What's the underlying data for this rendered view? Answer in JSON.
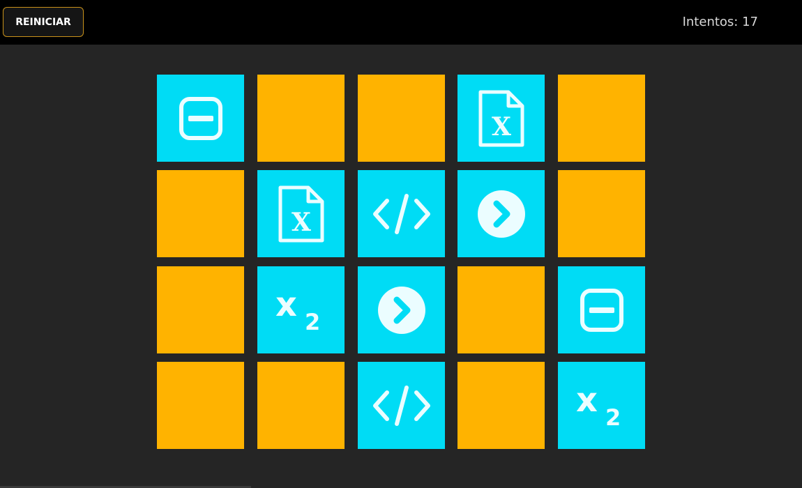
{
  "header": {
    "restart_label": "REINICIAR",
    "attempts_label": "Intentos: 17"
  },
  "colors": {
    "hidden_card": "#ffb300",
    "revealed_card": "#00dcf5",
    "icon": "#ebfdff",
    "background": "#252525",
    "topbar": "#000000"
  },
  "grid": {
    "rows": 4,
    "cols": 5,
    "cards": [
      {
        "state": "revealed",
        "icon": "minus-square-icon"
      },
      {
        "state": "hidden",
        "icon": ""
      },
      {
        "state": "hidden",
        "icon": ""
      },
      {
        "state": "revealed",
        "icon": "excel-file-icon"
      },
      {
        "state": "hidden",
        "icon": ""
      },
      {
        "state": "hidden",
        "icon": ""
      },
      {
        "state": "revealed",
        "icon": "excel-file-icon"
      },
      {
        "state": "revealed",
        "icon": "code-icon"
      },
      {
        "state": "revealed",
        "icon": "chevron-circle-right-icon"
      },
      {
        "state": "hidden",
        "icon": ""
      },
      {
        "state": "hidden",
        "icon": ""
      },
      {
        "state": "revealed",
        "icon": "subscript-icon"
      },
      {
        "state": "revealed",
        "icon": "chevron-circle-right-icon"
      },
      {
        "state": "hidden",
        "icon": ""
      },
      {
        "state": "revealed",
        "icon": "minus-square-icon"
      },
      {
        "state": "hidden",
        "icon": ""
      },
      {
        "state": "hidden",
        "icon": ""
      },
      {
        "state": "revealed",
        "icon": "code-icon"
      },
      {
        "state": "hidden",
        "icon": ""
      },
      {
        "state": "revealed",
        "icon": "subscript-icon"
      }
    ]
  }
}
